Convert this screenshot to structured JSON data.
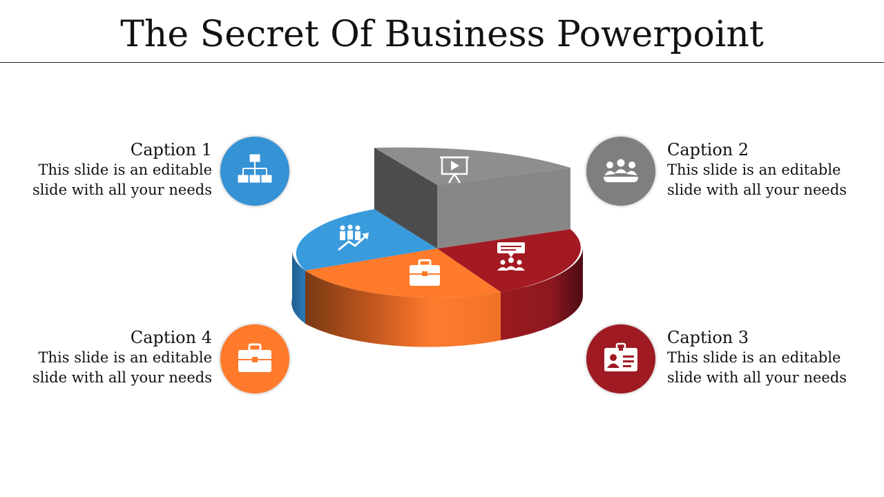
{
  "title": "The Secret Of Business Powerpoint",
  "captions": [
    {
      "heading": "Caption 1",
      "line1": "This slide is an editable",
      "line2": "slide with all your needs",
      "color": "#3592D5",
      "icon": "org-chart-icon"
    },
    {
      "heading": "Caption 2",
      "line1": "This slide is an editable",
      "line2": "slide with all your needs",
      "color": "#7F7F7F",
      "icon": "meeting-table-icon"
    },
    {
      "heading": "Caption 3",
      "line1": "This slide is an editable",
      "line2": "slide with all your needs",
      "color": "#9F1A22",
      "icon": "id-card-icon"
    },
    {
      "heading": "Caption 4",
      "line1": "This slide is an editable",
      "line2": "slide with all your needs",
      "color": "#FF7A2A",
      "icon": "briefcase-icon"
    }
  ],
  "pie_segments": [
    {
      "name": "gray",
      "color": "#878787",
      "icon": "presentation-board-icon"
    },
    {
      "name": "red",
      "color": "#A31A22",
      "icon": "team-discussion-icon"
    },
    {
      "name": "orange",
      "color": "#FF7A2A",
      "icon": "briefcase-icon"
    },
    {
      "name": "blue",
      "color": "#3A9BDC",
      "icon": "team-growth-icon"
    }
  ]
}
